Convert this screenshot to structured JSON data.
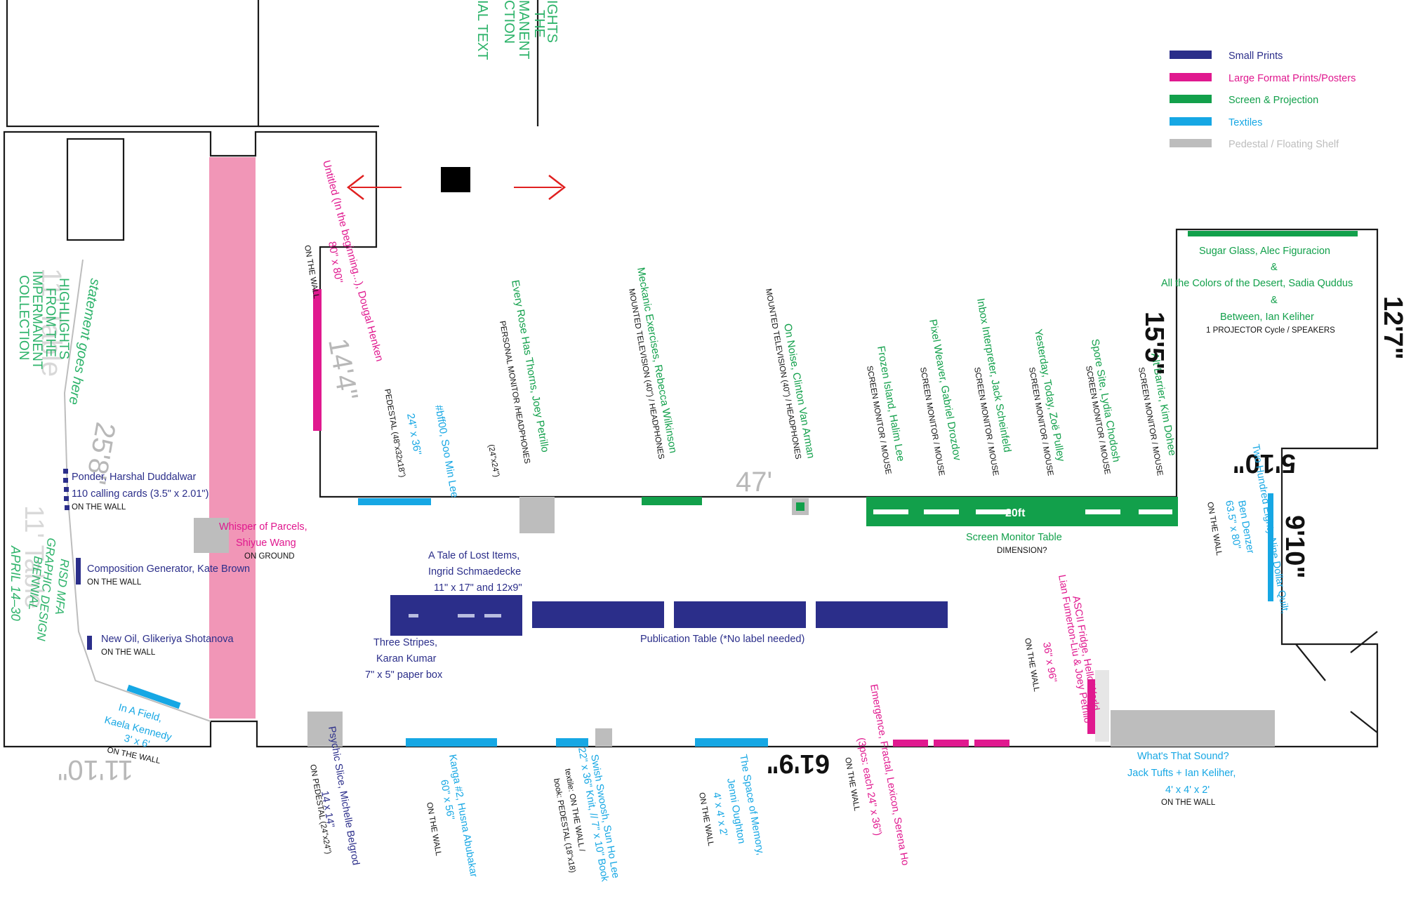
{
  "colors": {
    "small_prints": "#2b2e8a",
    "large_format": "#e0198f",
    "screen": "#12a04b",
    "textiles": "#16a7e4",
    "pedestal": "#bdbdbd",
    "intro_wall": "#f196b7",
    "heading_green": "#2db36a",
    "arrow": "#e02020"
  },
  "legend": [
    {
      "label": "Small Prints",
      "color": "#2b2e8a"
    },
    {
      "label": "Large Format Prints/Posters",
      "color": "#e0198f"
    },
    {
      "label": "Screen & Projection",
      "color": "#12a04b"
    },
    {
      "label": "Textiles",
      "color": "#16a7e4"
    },
    {
      "label": "Pedestal / Floating Shelf",
      "color": "#bdbdbd"
    }
  ],
  "top_heading_fragments": [
    "IAL TEXT",
    "CTION",
    "MANENT",
    "THE",
    "IGHTS"
  ],
  "intro": {
    "title_lines": [
      "HIGHLIGHTS",
      "FROM THE",
      "IMPERMANENT",
      "COLLECTION"
    ],
    "statement": "statement goes here",
    "biennial_lines": [
      "RISD MFA",
      "GRAPHIC DESIGN",
      "BIENNIAL"
    ],
    "dates": "APRIL 14–30",
    "faded_text_1": "11' Table",
    "faded_text_2": "11' Table"
  },
  "dimensions": {
    "d14_4": "14'4\"",
    "d25_8": "25'8\"",
    "d47": "47'",
    "d11_10": "11'10\"",
    "d15_5": "15'5\"",
    "d12_7": "12'7\"",
    "d5_10": "5'10\"",
    "d9_10": "9'10\"",
    "d61_9": "61'9\""
  },
  "top_row": [
    {
      "title": "Untitled (In the beginning...), Dougal Henken",
      "size": "80\" x 80\"",
      "note": "ON THE WALL"
    },
    {
      "title": "#bff00, Soo Min Lee",
      "size": "24\" x 36\"",
      "note": "PEDESTAL (48\"x32x18\")"
    },
    {
      "title": "Every Rose Has Thorns, Joey Petrillo",
      "note": "PERSONAL MONITOR /HEADPHONES",
      "size": "(24\"x24\")"
    },
    {
      "title": "Meckanic Exercises, Rebecca Wilkinson",
      "note": "MOUNTED TELEVISION (40\") / HEADPHONES"
    },
    {
      "title": "On Noise, Clinton Van Arman",
      "note": "MOUNTED TELEVISION (40\") / HEADPHONES"
    },
    {
      "title": "Frozen Island, Halim Lee",
      "note": "SCREEN MONITOR / MOUSE"
    },
    {
      "title": "Pixel Weaver, Gabriel Drozdov",
      "note": "SCREEN MONITOR / MOUSE"
    },
    {
      "title": "Inbox Interpreter, Jack Scheinfeld",
      "note": "SCREEN MONITOR / MOUSE"
    },
    {
      "title": "Yesterday, Today, Zoë Pulley",
      "note": "SCREEN MONITOR / MOUSE"
    },
    {
      "title": "Spore Site, Lydia Chodosh",
      "note": "SCREEN MONITOR / MOUSE"
    },
    {
      "title": "Alt Barrier, Kim Dohee",
      "note": "SCREEN MONITOR / MOUSE"
    }
  ],
  "projection": {
    "line1": "Sugar Glass, Alec Figuracion",
    "amp1": "&",
    "line2": "All the Colors of the Desert, Sadia Quddus",
    "amp2": "&",
    "line3": "Between, Ian Keliher",
    "note": "1 PROJECTOR Cycle / SPEAKERS"
  },
  "screen_table": {
    "label": "Screen Monitor Table",
    "note": "DIMENSION?",
    "length": "20ft"
  },
  "left_wall": [
    {
      "title": "Ponder, Harshal Duddalwar",
      "size": "110 calling cards (3.5\" x 2.01\")",
      "note": "ON THE WALL"
    },
    {
      "title": "Composition Generator, Kate Brown",
      "note": "ON THE WALL"
    },
    {
      "title": "New Oil, Glikeriya Shotanova",
      "note": "ON THE WALL"
    }
  ],
  "whisper": {
    "title": "Whisper of Parcels,",
    "artist": "Shiyue Wang",
    "note": "ON GROUND"
  },
  "in_a_field": {
    "title": "In A Field,",
    "artist": "Kaela Kennedy",
    "size": "3' x 6'",
    "note": "ON THE WALL"
  },
  "lost_items": {
    "title": "A Tale of Lost Items,",
    "artist": "Ingrid Schmaedecke",
    "size": "11\" x 17\" and 12x9\""
  },
  "three_stripes": {
    "title": "Three Stripes,",
    "artist": "Karan Kumar",
    "size": "7\" x 5\" paper box"
  },
  "publication_table": "Publication Table (*No label needed)",
  "bottom_row": [
    {
      "title": "Psychic Slice, Michelle Belgrod",
      "size": "14 x 14\"",
      "note": "ON PEDESTAL (24\"x24\")"
    },
    {
      "title": "Kanga #2, Husna Abubakar",
      "size": "60\" x 56\"",
      "note": "ON THE WALL"
    },
    {
      "title": "Swish Swoosh, Sun Ho Lee",
      "size": "22\" x 36\" Knit, // 7\" x 10\" Book",
      "note": "textile: ON THE WALL /",
      "note2": "book: PEDESTAL (18\"x18)"
    },
    {
      "title": "The Space of Memory,",
      "artist": "Jenni Oughton",
      "size": "4' x 4' x 2'",
      "note": "ON THE WALL"
    },
    {
      "title": "Emergence, Fractal, Lexicon, Serena Ho",
      "size": "(3pcs: each 24\" x 36\")",
      "note": "ON THE WALL"
    }
  ],
  "right_side": [
    {
      "title": "ASCII Fridge, Hello World,",
      "artist": "Lian Fumerton-Liu & Joey Petrillo",
      "size": "36\" x 96\"",
      "note": "ON THE WALL"
    },
    {
      "title": "Two Hundred Eighty-Nine Dollar Quilt,",
      "artist": "Ben Denzer",
      "size": "63.5\" x 80\"",
      "note": "ON THE WALL"
    }
  ],
  "sound": {
    "title": "What's That Sound?",
    "artist": "Jack Tufts + Ian Keliher,",
    "size": "4' x 4' x 2'",
    "note": "ON THE WALL"
  }
}
